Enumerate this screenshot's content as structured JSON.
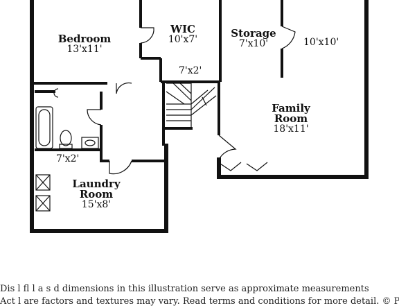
{
  "rooms": {
    "bedroom": {
      "name": "Bedroom",
      "dims": "13'x11'"
    },
    "wic": {
      "name": "WIC",
      "dims": "10'x7'"
    },
    "storage": {
      "name": "Storage",
      "dims": "7'x10'"
    },
    "extra_room": {
      "dims": "10'x10'"
    },
    "hall_small": {
      "dims": "7'x2'"
    },
    "family_room": {
      "name_line1": "Family",
      "name_line2": "Room",
      "dims": "18'x11'"
    },
    "bath_hall": {
      "dims": "7'x2'"
    },
    "laundry_room": {
      "name_line1": "Laundry",
      "name_line2": "Room",
      "dims": "15'x8'"
    }
  },
  "disclaimer": {
    "line1": "Dis      l  fl   l   a  s  d dimensions in this illustration serve as approximate measurements",
    "line2": "Act  l   are factors and textures may vary. Read terms and conditions for more detail. © PlanOmatic"
  }
}
